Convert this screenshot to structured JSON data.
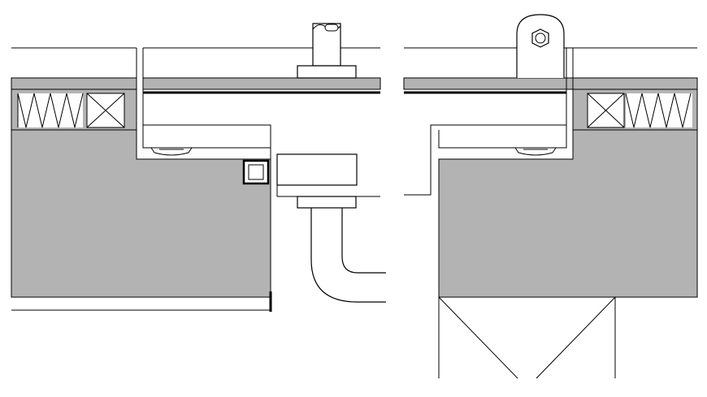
{
  "drawing": {
    "type": "architectural-section-detail",
    "labels": [],
    "colors": {
      "fill_gray": "#b3b3b3",
      "line": "#000000",
      "background": "#ffffff"
    },
    "elements": [
      "left-roof-slab",
      "left-insulation-batt",
      "left-blocking",
      "left-floor-slab",
      "left-steel-angle",
      "left-bearing-pad",
      "center-pipe-riser",
      "center-pipe-base-plate",
      "center-sleeve-box",
      "center-bent-pipe",
      "right-roof-slab",
      "right-lifting-eye",
      "right-insulation-batt",
      "right-blocking",
      "right-floor-slab",
      "right-steel-angle",
      "right-bearing-pad",
      "right-truss-below"
    ]
  }
}
